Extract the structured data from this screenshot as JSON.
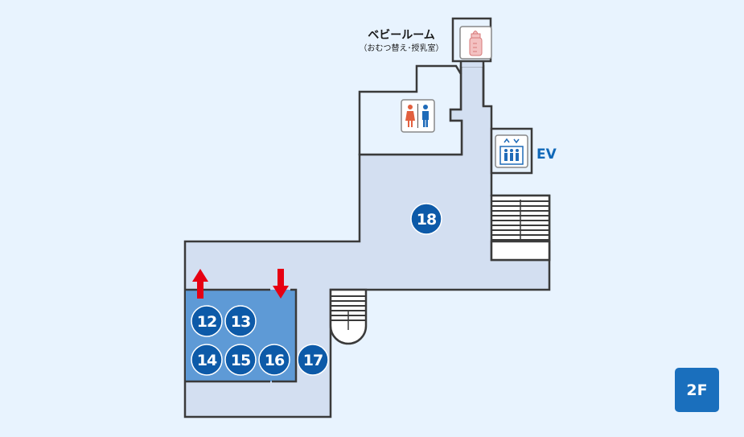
{
  "floor": "2F",
  "labels": {
    "baby_room": "ベビールーム",
    "baby_room_sub": "（おむつ替え･授乳室）",
    "elevator": "EV"
  },
  "areas": [
    "12",
    "13",
    "14",
    "15",
    "16",
    "17",
    "18"
  ],
  "icons": [
    "baby-bottle-icon",
    "restroom-icon",
    "elevator-icon",
    "up-arrow-icon",
    "down-arrow-icon",
    "stairs-icon"
  ],
  "colors": {
    "background": "#e8f3fe",
    "floor": "#d3dff1",
    "highlight_area": "#5e9ad6",
    "marker": "#0d5aa8",
    "arrow": "#e60012",
    "wall": "#3a3a3a"
  }
}
